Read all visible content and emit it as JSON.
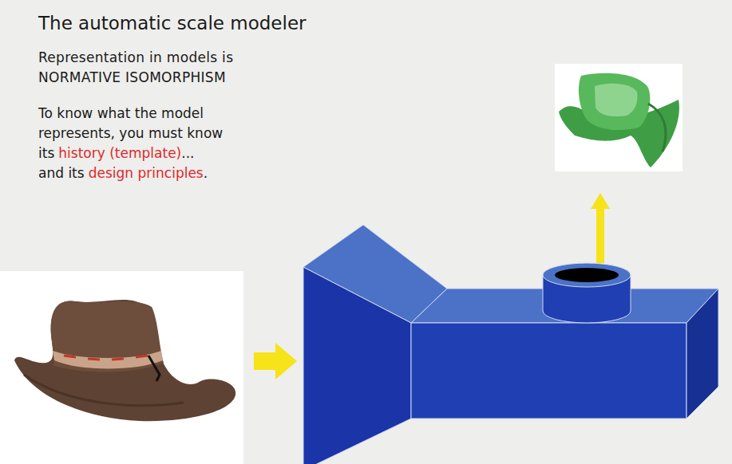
{
  "diagram": {
    "title": "The automatic scale modeler",
    "labels": [
      "Representation in models is NORMATIVE ISOMORPHISM",
      "To know what the model represents, you must know its",
      "history (template)",
      "...",
      "and its",
      "design principles",
      "."
    ]
  }
}
